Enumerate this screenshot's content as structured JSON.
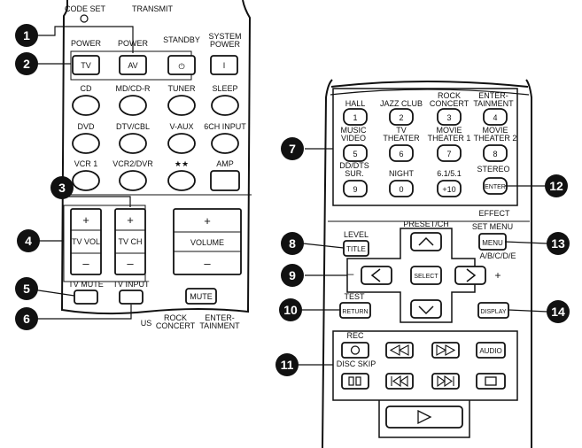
{
  "left_remote": {
    "top_labels": {
      "code_set": "CODE SET",
      "transmit": "TRANSMIT"
    },
    "power_row": {
      "power_tv": "POWER",
      "power_av": "POWER",
      "standby": "STANDBY",
      "system_power": "SYSTEM POWER"
    },
    "power_buttons": {
      "tv": "TV",
      "av": "AV",
      "standby_symbol": "⏻",
      "system_symbol": "I"
    },
    "input_labels": [
      [
        "CD",
        "MD/CD-R",
        "TUNER",
        "SLEEP"
      ],
      [
        "DVD",
        "DTV/CBL",
        "V-AUX",
        "6CH INPUT"
      ],
      [
        "VCR 1",
        "VCR2/DVR",
        "★★",
        "AMP"
      ]
    ],
    "tv_vol": {
      "plus": "+",
      "label": "TV VOL",
      "minus": "–"
    },
    "tv_ch": {
      "plus": "+",
      "label": "TV CH",
      "minus": "–"
    },
    "volume": {
      "plus": "+",
      "label": "VOLUME",
      "minus": "–"
    },
    "bottom_labels": {
      "tv_mute": "TV MUTE",
      "tv_input": "TV INPUT",
      "mute": "MUTE"
    },
    "cut_labels": {
      "rock_concert": "ROCK CONCERT",
      "entertainment": "ENTER-TAINMENT",
      "us": "US"
    }
  },
  "right_remote": {
    "program_labels": [
      [
        "HALL",
        "JAZZ CLUB",
        "ROCK CONCERT",
        "ENTER- TAINMENT"
      ],
      [
        "MUSIC VIDEO",
        "TV THEATER",
        "MOVIE THEATER 1",
        "MOVIE THEATER 2"
      ],
      [
        "DD/DTS SUR.",
        "NIGHT",
        "6.1/5.1",
        "STEREO"
      ]
    ],
    "program_buttons": [
      [
        "1",
        "2",
        "3",
        "4"
      ],
      [
        "5",
        "6",
        "7",
        "8"
      ],
      [
        "9",
        "0",
        "+10",
        "ENTER"
      ]
    ],
    "effect_label": "EFFECT",
    "nav_labels": {
      "level": "LEVEL",
      "preset_ch": "PRESET/CH",
      "set_menu": "SET MENU",
      "abcde": "A/B/C/D/E",
      "test": "TEST",
      "minus": "–",
      "plus": "+"
    },
    "nav_buttons": {
      "title": "TITLE",
      "menu": "MENU",
      "select": "SELECT",
      "return": "RETURN",
      "display": "DISPLAY"
    },
    "transport_labels": {
      "rec": "REC",
      "disc_skip": "DISC SKIP"
    },
    "transport_buttons": {
      "audio": "AUDIO"
    }
  },
  "callouts": [
    "1",
    "2",
    "3",
    "4",
    "5",
    "6",
    "7",
    "8",
    "9",
    "10",
    "11",
    "12",
    "13",
    "14"
  ]
}
